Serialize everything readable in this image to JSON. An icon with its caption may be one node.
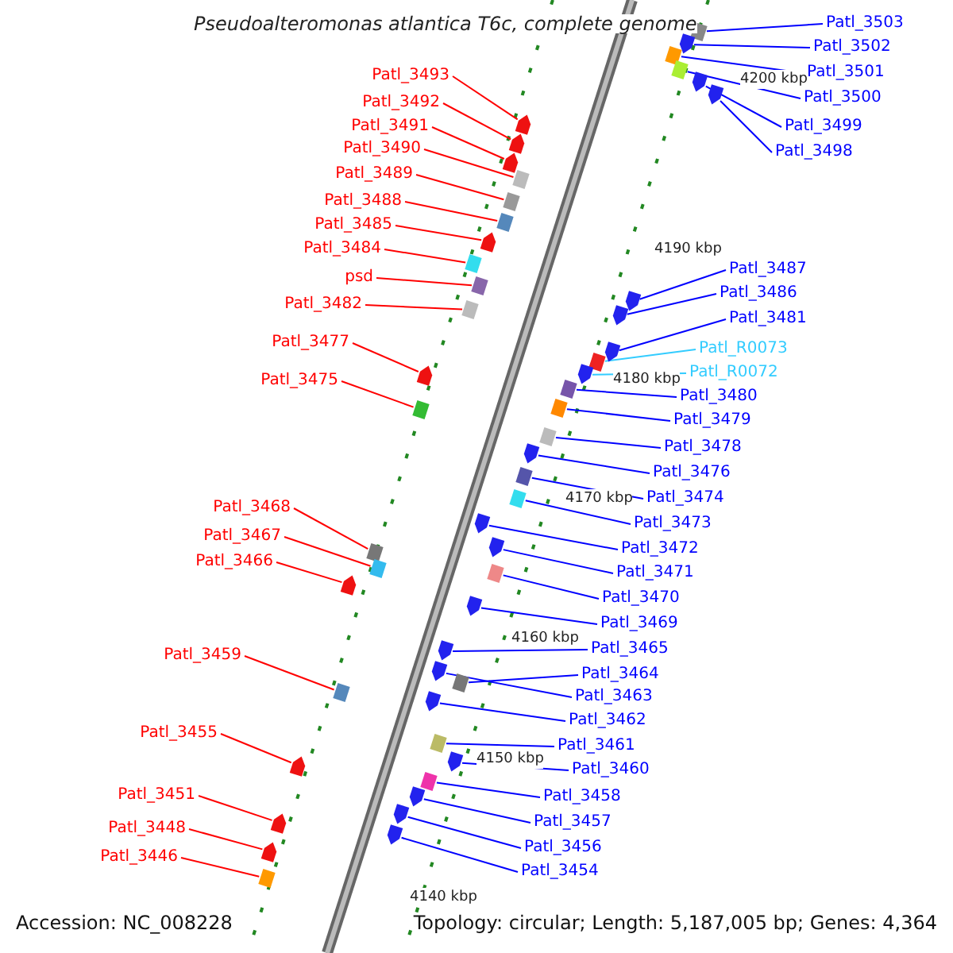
{
  "diagram": {
    "title": "Pseudoalteromonas atlantica T6c, complete genome",
    "nodes": [
      {
        "text": [
          "Patl_3493"
        ]
      },
      {
        "text": [],
        "shape": "arrow"
      },
      {
        "text": [
          "Patl_3492"
        ]
      },
      {
        "text": [],
        "shape": "arrow"
      },
      {
        "text": [
          "Patl_3491"
        ]
      },
      {
        "text": [],
        "shape": "arrow"
      },
      {
        "text": [
          "Patl_3490"
        ]
      },
      {
        "text": [],
        "shape": "box"
      },
      {
        "text": [
          "Patl_3489"
        ]
      },
      {
        "text": [],
        "shape": "box"
      },
      {
        "text": [
          "Patl_3488"
        ]
      },
      {
        "text": [],
        "shape": "box"
      },
      {
        "text": [
          "Patl_3485"
        ]
      },
      {
        "text": [],
        "shape": "arrow"
      },
      {
        "text": [
          "Patl_3484"
        ]
      },
      {
        "text": [],
        "shape": "box"
      },
      {
        "text": [
          "psd"
        ]
      },
      {
        "text": [],
        "shape": "box"
      },
      {
        "text": [
          "Patl_3482"
        ]
      },
      {
        "text": [],
        "shape": "box"
      },
      {
        "text": [
          "Patl_3477"
        ]
      },
      {
        "text": [],
        "shape": "arrow"
      },
      {
        "text": [
          "Patl_3475"
        ]
      },
      {
        "text": [],
        "shape": "box"
      },
      {
        "text": [
          "Patl_3468"
        ]
      },
      {
        "text": [],
        "shape": "box"
      },
      {
        "text": [
          "Patl_3467"
        ]
      },
      {
        "text": [],
        "shape": "box"
      },
      {
        "text": [
          "Patl_3466"
        ]
      },
      {
        "text": [],
        "shape": "arrow"
      },
      {
        "text": [
          "Patl_3459"
        ]
      },
      {
        "text": [],
        "shape": "box"
      },
      {
        "text": [
          "Patl_3455"
        ]
      },
      {
        "text": [],
        "shape": "arrow"
      },
      {
        "text": [
          "Patl_3451"
        ]
      },
      {
        "text": [],
        "shape": "arrow"
      },
      {
        "text": [
          "Patl_3448"
        ]
      },
      {
        "text": [],
        "shape": "arrow"
      },
      {
        "text": [
          "Patl_3446"
        ]
      },
      {
        "text": [],
        "shape": "box"
      },
      {
        "text": [
          "Patl_3503"
        ]
      },
      {
        "text": [],
        "shape": "box"
      },
      {
        "text": [
          "Patl_3502"
        ]
      },
      {
        "text": [],
        "shape": "arrow"
      },
      {
        "text": [
          "Patl_3501"
        ]
      },
      {
        "text": [],
        "shape": "box"
      },
      {
        "text": [
          "Patl_3500"
        ]
      },
      {
        "text": [],
        "shape": "box"
      },
      {
        "text": [
          "Patl_3499"
        ]
      },
      {
        "text": [],
        "shape": "arrow"
      },
      {
        "text": [
          "Patl_3498"
        ]
      },
      {
        "text": [],
        "shape": "arrow"
      },
      {
        "text": [
          "Patl_3487"
        ]
      },
      {
        "text": [],
        "shape": "arrow"
      },
      {
        "text": [
          "Patl_3486"
        ]
      },
      {
        "text": [],
        "shape": "arrow"
      },
      {
        "text": [
          "Patl_3481"
        ]
      },
      {
        "text": [],
        "shape": "arrow"
      },
      {
        "text": [
          "Patl_R0073"
        ]
      },
      {
        "text": [],
        "shape": "box"
      },
      {
        "text": [
          "Patl_R0072"
        ]
      },
      {
        "text": [],
        "shape": "arrow"
      },
      {
        "text": [
          "Patl_3480"
        ]
      },
      {
        "text": [],
        "shape": "box"
      },
      {
        "text": [
          "Patl_3479"
        ]
      },
      {
        "text": [],
        "shape": "box"
      },
      {
        "text": [
          "Patl_3478"
        ]
      },
      {
        "text": [],
        "shape": "box"
      },
      {
        "text": [
          "Patl_3476"
        ]
      },
      {
        "text": [],
        "shape": "arrow"
      },
      {
        "text": [
          "Patl_3474"
        ]
      },
      {
        "text": [],
        "shape": "box"
      },
      {
        "text": [
          "Patl_3473"
        ]
      },
      {
        "text": [],
        "shape": "box"
      },
      {
        "text": [
          "Patl_3472"
        ]
      },
      {
        "text": [],
        "shape": "arrow"
      },
      {
        "text": [
          "Patl_3471"
        ]
      },
      {
        "text": [],
        "shape": "arrow"
      },
      {
        "text": [
          "Patl_3470"
        ]
      },
      {
        "text": [],
        "shape": "box"
      },
      {
        "text": [
          "Patl_3469"
        ]
      },
      {
        "text": [],
        "shape": "arrow"
      },
      {
        "text": [
          "Patl_3465"
        ]
      },
      {
        "text": [],
        "shape": "arrow"
      },
      {
        "text": [
          "Patl_3464"
        ]
      },
      {
        "text": [],
        "shape": "box"
      },
      {
        "text": [
          "Patl_3463"
        ]
      },
      {
        "text": [],
        "shape": "arrow"
      },
      {
        "text": [
          "Patl_3462"
        ]
      },
      {
        "text": [],
        "shape": "arrow"
      },
      {
        "text": [
          "Patl_3461"
        ]
      },
      {
        "text": [],
        "shape": "box"
      },
      {
        "text": [
          "Patl_3460"
        ]
      },
      {
        "text": [],
        "shape": "arrow"
      },
      {
        "text": [
          "Patl_3458"
        ]
      },
      {
        "text": [],
        "shape": "box"
      },
      {
        "text": [
          "Patl_3457"
        ]
      },
      {
        "text": [],
        "shape": "arrow"
      },
      {
        "text": [
          "Patl_3456"
        ]
      },
      {
        "text": [],
        "shape": "arrow"
      },
      {
        "text": [
          "Patl_3454"
        ]
      },
      {
        "text": [],
        "shape": "arrow"
      }
    ],
    "edges": [
      {
        "from": 0,
        "to": 1,
        "arrow": "none",
        "color": "#ff0000"
      },
      {
        "from": 2,
        "to": 3,
        "arrow": "none",
        "color": "#ff0000"
      },
      {
        "from": 4,
        "to": 5,
        "arrow": "none",
        "color": "#ff0000"
      },
      {
        "from": 6,
        "to": 7,
        "arrow": "none",
        "color": "#ff0000"
      },
      {
        "from": 8,
        "to": 9,
        "arrow": "none",
        "color": "#ff0000"
      },
      {
        "from": 10,
        "to": 11,
        "arrow": "none",
        "color": "#ff0000"
      },
      {
        "from": 12,
        "to": 13,
        "arrow": "none",
        "color": "#ff0000"
      },
      {
        "from": 14,
        "to": 15,
        "arrow": "none",
        "color": "#ff0000"
      },
      {
        "from": 16,
        "to": 17,
        "arrow": "none",
        "color": "#ff0000"
      },
      {
        "from": 18,
        "to": 19,
        "arrow": "none",
        "color": "#ff0000"
      },
      {
        "from": 20,
        "to": 21,
        "arrow": "none",
        "color": "#ff0000"
      },
      {
        "from": 22,
        "to": 23,
        "arrow": "none",
        "color": "#ff0000"
      },
      {
        "from": 24,
        "to": 25,
        "arrow": "none",
        "color": "#ff0000"
      },
      {
        "from": 26,
        "to": 27,
        "arrow": "none",
        "color": "#ff0000"
      },
      {
        "from": 28,
        "to": 29,
        "arrow": "none",
        "color": "#ff0000"
      },
      {
        "from": 30,
        "to": 31,
        "arrow": "none",
        "color": "#ff0000"
      },
      {
        "from": 32,
        "to": 33,
        "arrow": "none",
        "color": "#ff0000"
      },
      {
        "from": 34,
        "to": 35,
        "arrow": "none",
        "color": "#ff0000"
      },
      {
        "from": 36,
        "to": 37,
        "arrow": "none",
        "color": "#ff0000"
      },
      {
        "from": 38,
        "to": 39,
        "arrow": "none",
        "color": "#ff0000"
      },
      {
        "from": 40,
        "to": 41,
        "arrow": "none"
      },
      {
        "from": 42,
        "to": 43,
        "arrow": "none"
      },
      {
        "from": 44,
        "to": 45,
        "arrow": "none"
      },
      {
        "from": 46,
        "to": 47,
        "arrow": "none"
      },
      {
        "from": 48,
        "to": 49,
        "arrow": "none"
      },
      {
        "from": 50,
        "to": 51,
        "arrow": "none"
      },
      {
        "from": 52,
        "to": 53,
        "arrow": "none"
      },
      {
        "from": 54,
        "to": 55,
        "arrow": "none"
      },
      {
        "from": 56,
        "to": 57,
        "arrow": "none"
      },
      {
        "from": 58,
        "to": 59,
        "arrow": "none",
        "color": "#33ccff"
      },
      {
        "from": 60,
        "to": 61,
        "arrow": "none",
        "color": "#33ccff"
      },
      {
        "from": 62,
        "to": 63,
        "arrow": "none"
      },
      {
        "from": 64,
        "to": 65,
        "arrow": "none"
      },
      {
        "from": 66,
        "to": 67,
        "arrow": "none"
      },
      {
        "from": 68,
        "to": 69,
        "arrow": "none"
      },
      {
        "from": 70,
        "to": 71,
        "arrow": "none"
      },
      {
        "from": 72,
        "to": 73,
        "arrow": "none"
      },
      {
        "from": 74,
        "to": 75,
        "arrow": "none"
      },
      {
        "from": 76,
        "to": 77,
        "arrow": "none"
      },
      {
        "from": 78,
        "to": 79,
        "arrow": "none"
      },
      {
        "from": 80,
        "to": 81,
        "arrow": "none"
      },
      {
        "from": 82,
        "to": 83,
        "arrow": "none"
      },
      {
        "from": 84,
        "to": 85,
        "arrow": "none"
      },
      {
        "from": 86,
        "to": 87,
        "arrow": "none"
      },
      {
        "from": 88,
        "to": 89,
        "arrow": "none"
      },
      {
        "from": 90,
        "to": 91,
        "arrow": "none"
      },
      {
        "from": 92,
        "to": 93,
        "arrow": "none"
      },
      {
        "from": 94,
        "to": 95,
        "arrow": "none"
      },
      {
        "from": 96,
        "to": 97,
        "arrow": "none"
      },
      {
        "from": 98,
        "to": 99,
        "arrow": "none"
      },
      {
        "from": 100,
        "to": 101,
        "arrow": "none"
      }
    ],
    "labels": [
      "4200 kbp",
      "4190 kbp",
      "4180 kbp",
      "4170 kbp",
      "4160 kbp",
      "4150 kbp",
      "4140 kbp",
      "Accession: NC_008228",
      "Topology: circular; Length: 5,187,005 bp; Genes: 4,364"
    ]
  }
}
